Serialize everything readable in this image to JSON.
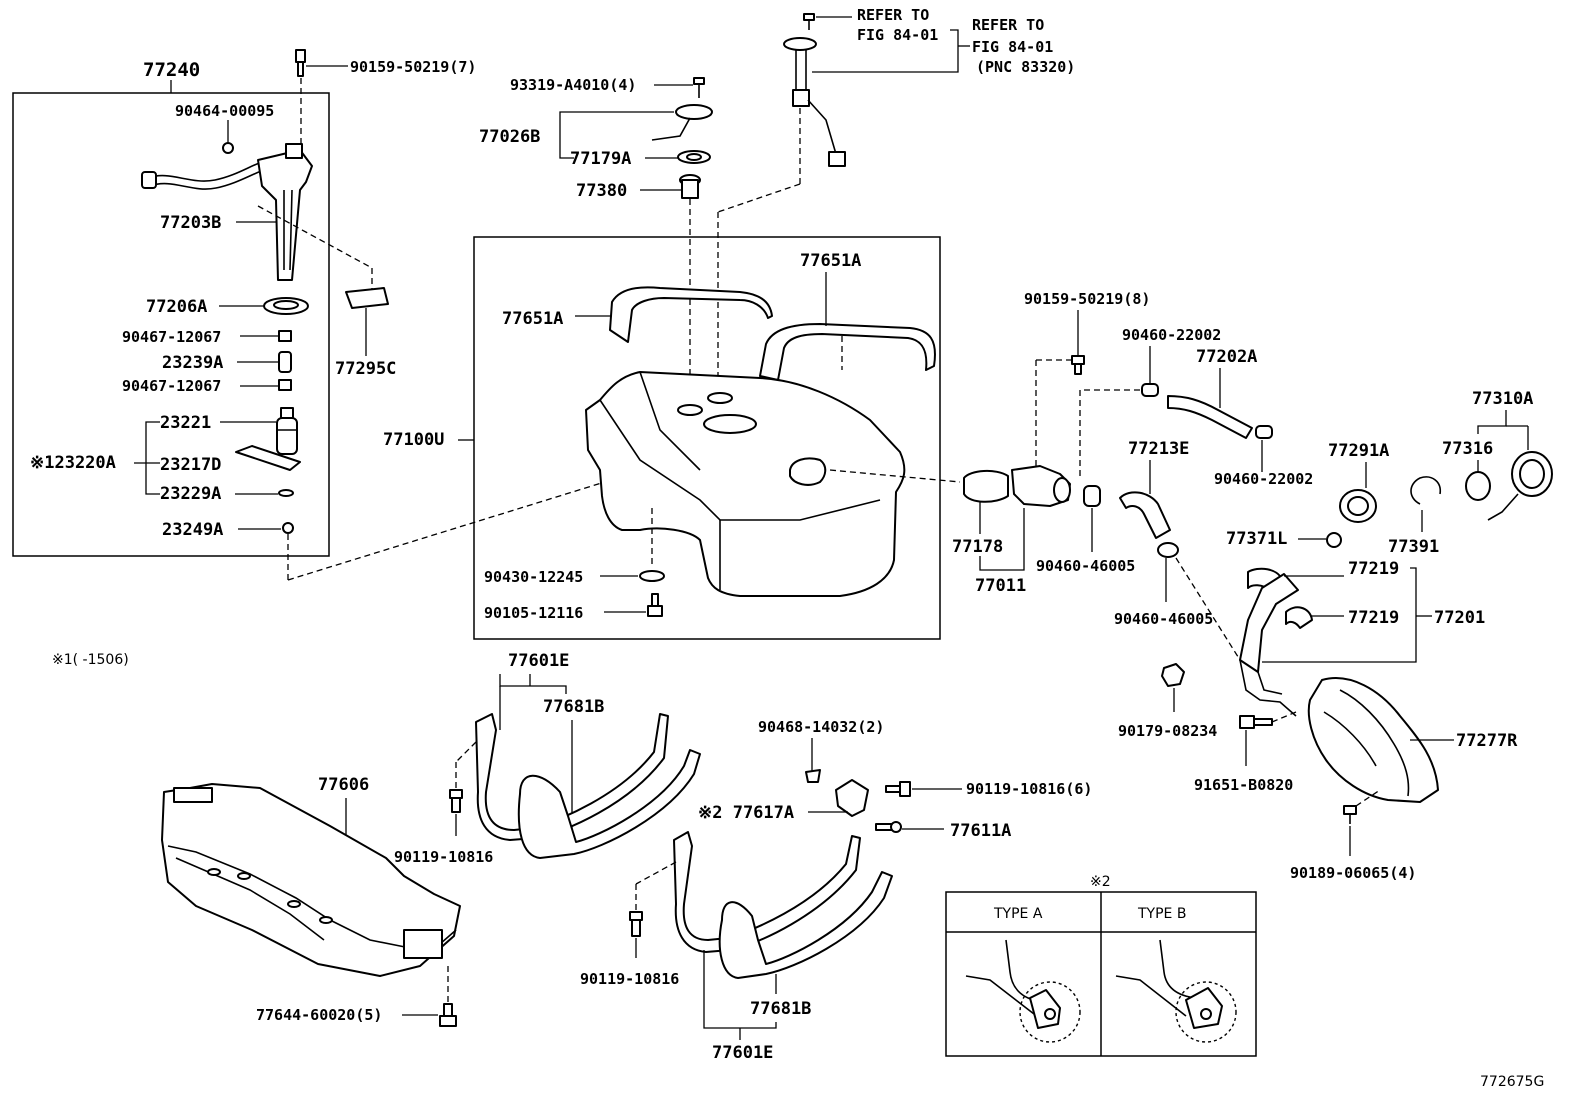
{
  "figure_id": "772675G",
  "labels": {
    "l77240": "77240",
    "l90159_7": "90159-50219(7)",
    "l90464": "90464-00095",
    "l77203B": "77203B",
    "l77206A": "77206A",
    "l90467a": "90467-12067",
    "l23239A": "23239A",
    "l90467b": "90467-12067",
    "l23221": "23221",
    "l23220A": "※123220A",
    "l23217D": "23217D",
    "l23229A": "23229A",
    "l23249A": "23249A",
    "l77295C": "77295C",
    "refer1a": "REFER TO",
    "refer1b": "FIG 84-01",
    "refer2a": "REFER TO",
    "refer2b": "FIG 84-01",
    "refer2c": "(PNC 83320)",
    "l93319": "93319-A4010(4)",
    "l77026B": "77026B",
    "l77179A": "77179A",
    "l77380": "77380",
    "l77651A_l": "77651A",
    "l77651A_r": "77651A",
    "l77100U": "77100U",
    "l90430": "90430-12245",
    "l90105": "90105-12116",
    "l90159_8": "90159-50219(8)",
    "l90460_22002a": "90460-22002",
    "l77202A": "77202A",
    "l90460_22002b": "90460-22002",
    "l77310A": "77310A",
    "l77316": "77316",
    "l77291A": "77291A",
    "l77213E": "77213E",
    "l77178": "77178",
    "l77011": "77011",
    "l90460_46005a": "90460-46005",
    "l90460_46005b": "90460-46005",
    "l77371L": "77371L",
    "l77391": "77391",
    "l77219a": "77219",
    "l77219b": "77219",
    "l77201": "77201",
    "l90179": "90179-08234",
    "l91651": "91651-B0820",
    "l77277R": "77277R",
    "l90189": "90189-06065(4)",
    "note1": "※1(    -1506)",
    "l77601E_t": "77601E",
    "l77681B_t": "77681B",
    "l77606": "77606",
    "l90119_a": "90119-10816",
    "l77644": "77644-60020(5)",
    "l90468": "90468-14032(2)",
    "l90119_6": "90119-10816(6)",
    "l77617A": "※2 77617A",
    "l77611A": "77611A",
    "l90119_b": "90119-10816",
    "l77681B_b": "77681B",
    "l77601E_b": "77601E",
    "note2_title": "※2",
    "typeA": "TYPE A",
    "typeB": "TYPE B"
  }
}
